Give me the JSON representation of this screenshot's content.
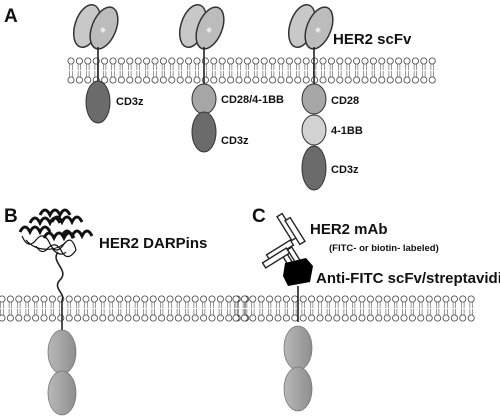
{
  "panels": [
    {
      "letter": "A",
      "construct_label": "HER2 scFv",
      "domains": [
        [
          "CD3z"
        ],
        [
          "CD28/4-1BB",
          "CD3z"
        ],
        [
          "CD28",
          "4-1BB",
          "CD3z"
        ]
      ]
    },
    {
      "letter": "B",
      "construct_label": "HER2 DARPins"
    },
    {
      "letter": "C",
      "construct_label": "HER2 mAb",
      "note": "(FITC- or biotin- labeled)",
      "adapter_label": "Anti-FITC scFv/streptavidin"
    }
  ],
  "colors": {
    "outline": "#3a3a3a",
    "scfv": "#c6c6c6",
    "cd3z": "#6b6b6b",
    "cd28": "#a6a6a6",
    "bb41": "#d2d2d2",
    "panel_bc_domain": "#9e9e9e",
    "adapter": "#000000",
    "membrane_head": "#ffffff"
  }
}
